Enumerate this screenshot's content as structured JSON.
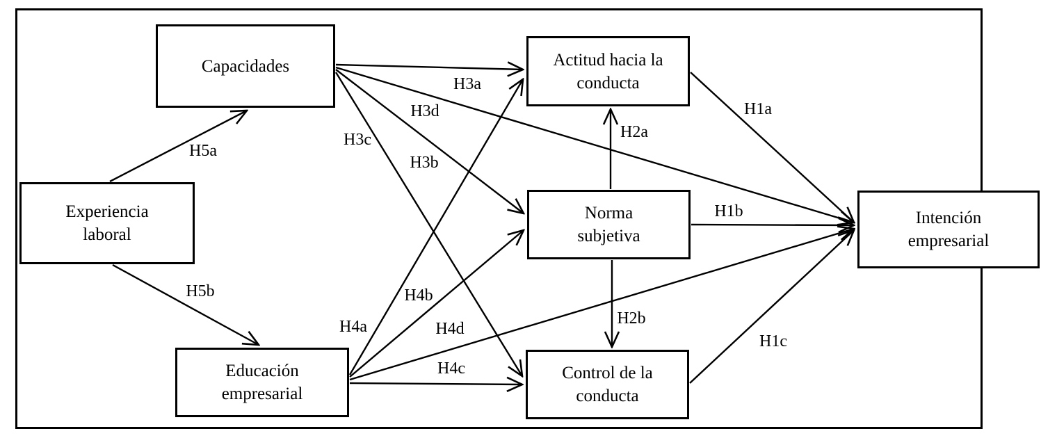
{
  "figure": {
    "background_color": "#ffffff",
    "line_color": "#000000",
    "text_color": "#000000"
  },
  "nodes": {
    "capacidades": {
      "label": "Capacidades"
    },
    "experiencia_laboral": {
      "line1": "Experiencia",
      "line2": "laboral"
    },
    "educacion_empresarial": {
      "line1": "Educación",
      "line2": "empresarial"
    },
    "actitud": {
      "line1": "Actitud hacia la",
      "line2": "conducta"
    },
    "norma": {
      "line1": "Norma",
      "line2": "subjetiva"
    },
    "control": {
      "line1": "Control de la",
      "line2": "conducta"
    },
    "intencion": {
      "line1": "Intención",
      "line2": "empresarial"
    }
  },
  "hypotheses": {
    "h1a": "H1a",
    "h1b": "H1b",
    "h1c": "H1c",
    "h2a": "H2a",
    "h2b": "H2b",
    "h3a": "H3a",
    "h3b": "H3b",
    "h3c": "H3c",
    "h3d": "H3d",
    "h4a": "H4a",
    "h4b": "H4b",
    "h4c": "H4c",
    "h4d": "H4d",
    "h5a": "H5a",
    "h5b": "H5b"
  },
  "edges": [
    {
      "from": "Experiencia laboral",
      "to": "Capacidades",
      "label": "H5a"
    },
    {
      "from": "Experiencia laboral",
      "to": "Educación empresarial",
      "label": "H5b"
    },
    {
      "from": "Capacidades",
      "to": "Actitud hacia la conducta",
      "label": "H3a"
    },
    {
      "from": "Capacidades",
      "to": "Norma subjetiva",
      "label": "H3b"
    },
    {
      "from": "Capacidades",
      "to": "Control de la conducta",
      "label": "H3c"
    },
    {
      "from": "Capacidades",
      "to": "Intención empresarial",
      "label": "H3d"
    },
    {
      "from": "Educación empresarial",
      "to": "Actitud hacia la conducta",
      "label": "H4a"
    },
    {
      "from": "Educación empresarial",
      "to": "Norma subjetiva",
      "label": "H4b"
    },
    {
      "from": "Educación empresarial",
      "to": "Control de la conducta",
      "label": "H4c"
    },
    {
      "from": "Educación empresarial",
      "to": "Intención empresarial",
      "label": "H4d"
    },
    {
      "from": "Norma subjetiva",
      "to": "Actitud hacia la conducta",
      "label": "H2a"
    },
    {
      "from": "Norma subjetiva",
      "to": "Control de la conducta",
      "label": "H2b"
    },
    {
      "from": "Actitud hacia la conducta",
      "to": "Intención empresarial",
      "label": "H1a"
    },
    {
      "from": "Norma subjetiva",
      "to": "Intención empresarial",
      "label": "H1b"
    },
    {
      "from": "Control de la conducta",
      "to": "Intención empresarial",
      "label": "H1c"
    }
  ]
}
